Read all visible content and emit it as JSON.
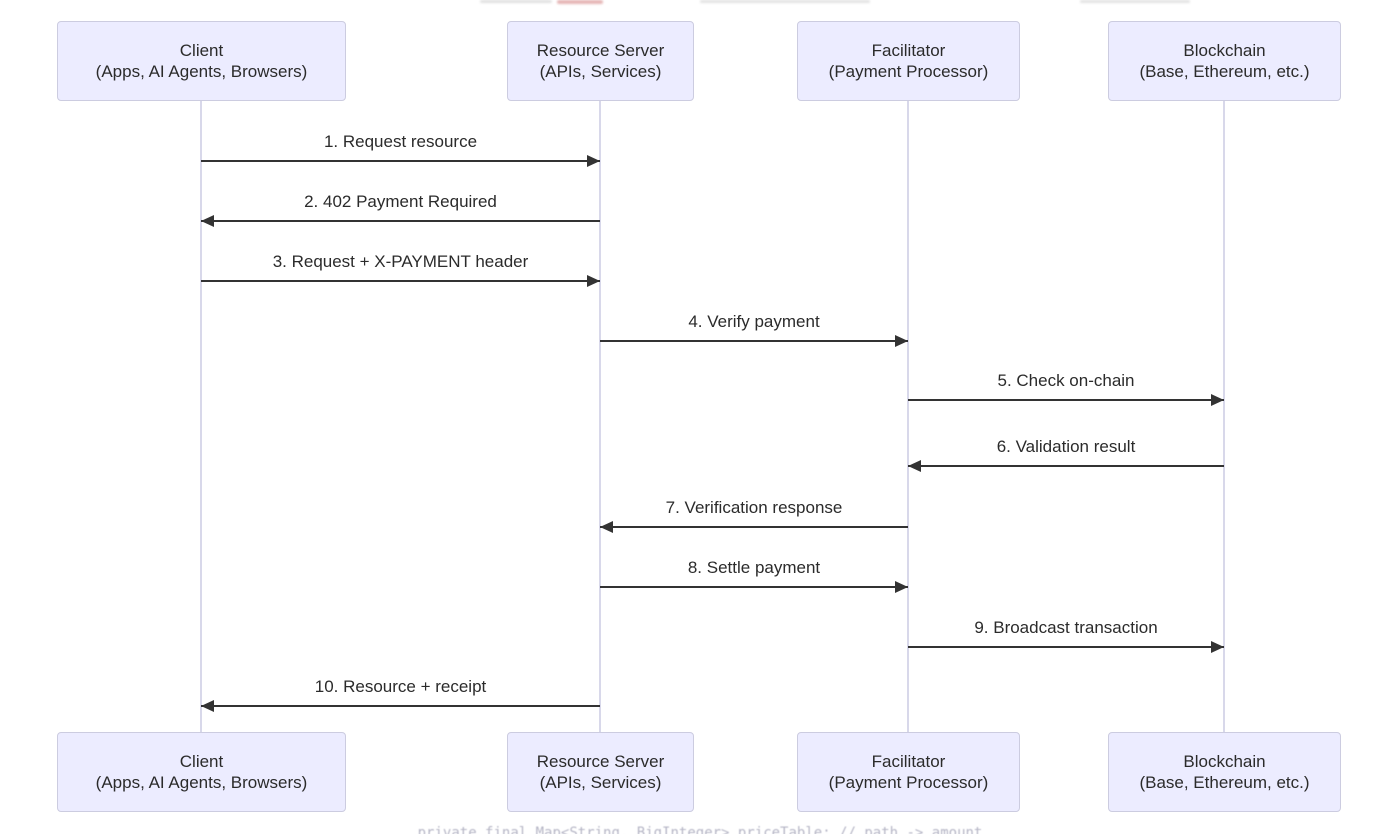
{
  "diagram": {
    "type": "sequence",
    "actors": [
      {
        "id": "client",
        "name": "Client",
        "detail": "(Apps, AI Agents, Browsers)"
      },
      {
        "id": "resource-server",
        "name": "Resource Server",
        "detail": "(APIs, Services)"
      },
      {
        "id": "facilitator",
        "name": "Facilitator",
        "detail": "(Payment Processor)"
      },
      {
        "id": "blockchain",
        "name": "Blockchain",
        "detail": "(Base, Ethereum, etc.)"
      }
    ],
    "messages": [
      {
        "seq": 1,
        "label": "1. Request resource",
        "from": "client",
        "to": "resource-server",
        "direction": "right"
      },
      {
        "seq": 2,
        "label": "2. 402 Payment Required",
        "from": "resource-server",
        "to": "client",
        "direction": "left"
      },
      {
        "seq": 3,
        "label": "3. Request + X-PAYMENT header",
        "from": "client",
        "to": "resource-server",
        "direction": "right"
      },
      {
        "seq": 4,
        "label": "4. Verify payment",
        "from": "resource-server",
        "to": "facilitator",
        "direction": "right"
      },
      {
        "seq": 5,
        "label": "5. Check on-chain",
        "from": "facilitator",
        "to": "blockchain",
        "direction": "right"
      },
      {
        "seq": 6,
        "label": "6. Validation result",
        "from": "blockchain",
        "to": "facilitator",
        "direction": "left"
      },
      {
        "seq": 7,
        "label": "7. Verification response",
        "from": "facilitator",
        "to": "resource-server",
        "direction": "left"
      },
      {
        "seq": 8,
        "label": "8. Settle payment",
        "from": "resource-server",
        "to": "facilitator",
        "direction": "right"
      },
      {
        "seq": 9,
        "label": "9. Broadcast transaction",
        "from": "facilitator",
        "to": "blockchain",
        "direction": "right"
      },
      {
        "seq": 10,
        "label": "10. Resource + receipt",
        "from": "resource-server",
        "to": "client",
        "direction": "left"
      }
    ],
    "colors": {
      "actor_fill": "#ECECFF",
      "actor_border": "#CCCCE0",
      "line": "#333333",
      "lifeline": "#D8D8EA",
      "text": "#2B2B2B"
    }
  },
  "artifacts": {
    "bottom_code": "private final Map<String, BigInteger> priceTable; // path -> amount"
  }
}
